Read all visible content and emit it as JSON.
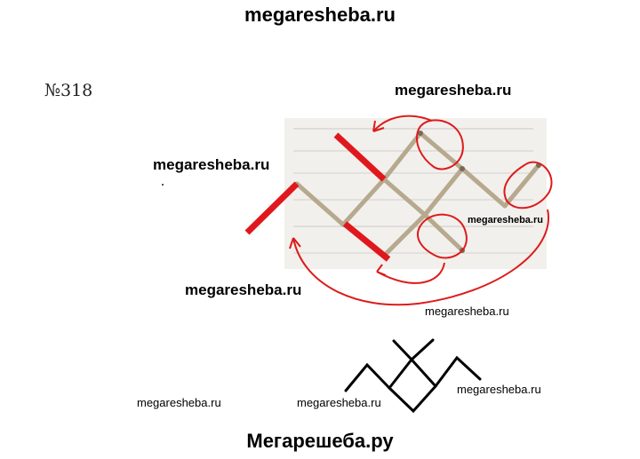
{
  "header": {
    "site": "megaresheba.ru"
  },
  "problem": {
    "number": "№318"
  },
  "watermarks": {
    "w1": "megaresheba.ru",
    "w2": "megaresheba.ru",
    "w3": "megaresheba.ru",
    "w4": "megaresheba.ru",
    "w5": "megaresheba.ru",
    "w6": "megaresheba.ru",
    "w7": "megaresheba.ru",
    "w8": "megaresheba.ru"
  },
  "footer": {
    "site": "Мегарешеба.ру"
  },
  "colors": {
    "removed_match": "#e0181e",
    "annotation": "#dd1b1b",
    "match": "#b7a98e",
    "photo_bg": "#f2f0ec",
    "answer_line": "#000000"
  },
  "icons": {
    "matchstick": "matchstick-icon",
    "arrow": "curved-arrow-icon"
  }
}
